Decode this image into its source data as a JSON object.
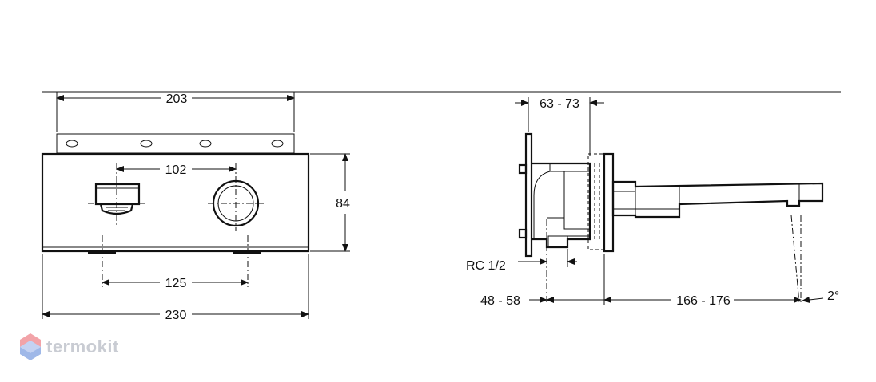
{
  "front_view": {
    "dim_top": "203",
    "dim_centers_top": "102",
    "dim_height": "84",
    "dim_centers_bottom": "125",
    "dim_overall": "230"
  },
  "side_view": {
    "dim_wall_depth": "63 - 73",
    "dim_thread": "RC 1/2",
    "dim_inlet_offset": "48 - 58",
    "dim_spout_reach": "166 - 176",
    "dim_angle": "2°"
  },
  "watermark": {
    "brand": "termokit",
    "colors": {
      "logo_top": "#f2a3a8",
      "logo_bottom": "#9fb8e8",
      "text": "#c9ccd3"
    }
  }
}
